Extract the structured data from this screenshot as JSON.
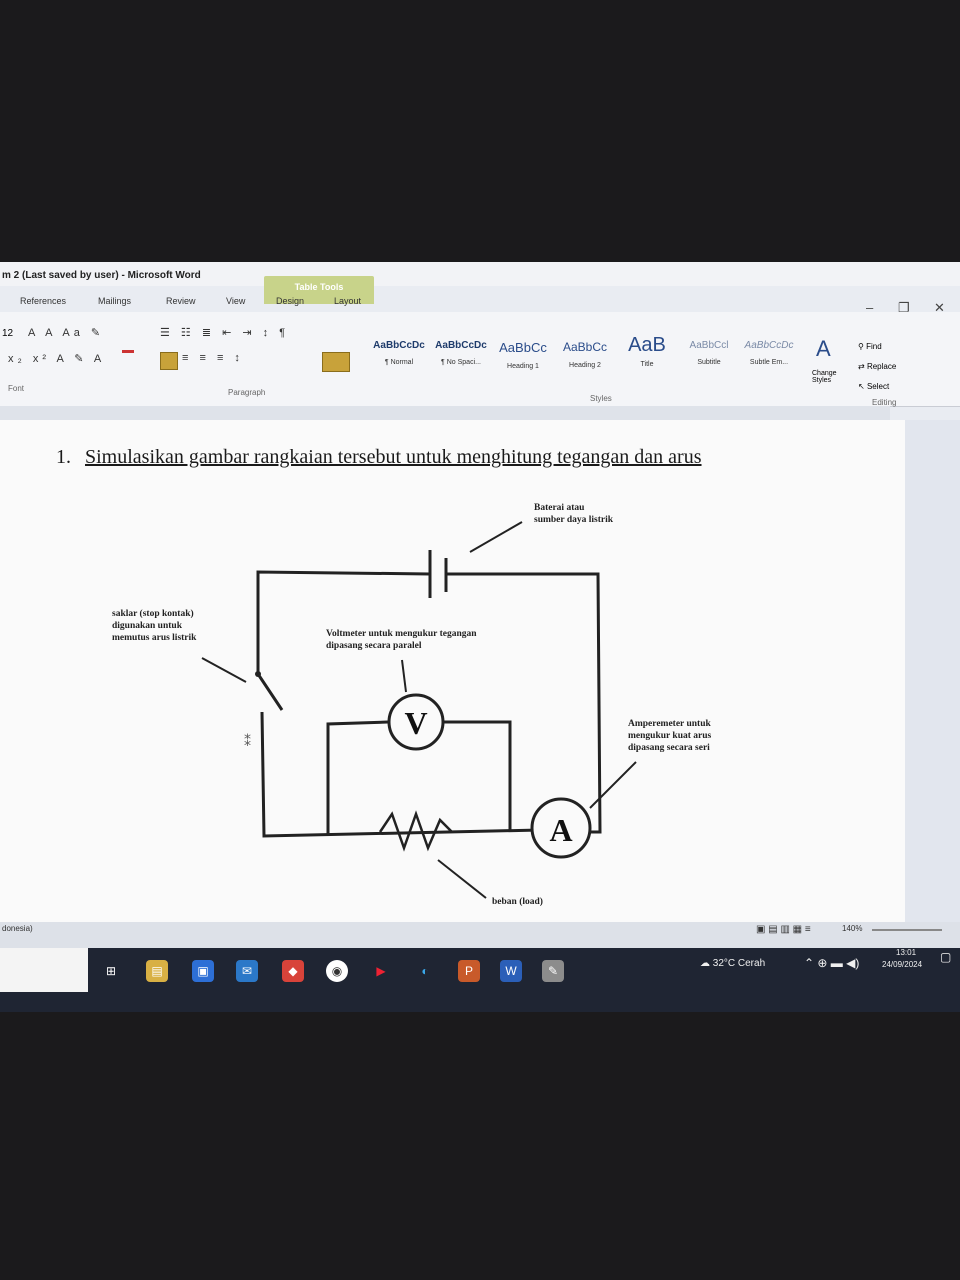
{
  "window": {
    "title": "m 2 (Last saved by user) - Microsoft Word",
    "context_tab": "Table Tools"
  },
  "ribbon_tabs": [
    "References",
    "Mailings",
    "Review",
    "View",
    "Design",
    "Layout"
  ],
  "ribbon": {
    "font_size": "12",
    "groups": {
      "font": "Font",
      "paragraph": "Paragraph",
      "styles": "Styles",
      "editing": "Editing"
    },
    "styles": [
      {
        "preview": "AaBbCcDc",
        "name": "¶ Normal"
      },
      {
        "preview": "AaBbCcDc",
        "name": "¶ No Spaci..."
      },
      {
        "preview": "AaBbCc",
        "name": "Heading 1"
      },
      {
        "preview": "AaBbCc",
        "name": "Heading 2"
      },
      {
        "preview": "AaB",
        "name": "Title"
      },
      {
        "preview": "AaBbCcl",
        "name": "Subtitle"
      },
      {
        "preview": "AaBbCcDc",
        "name": "Subtle Em..."
      }
    ],
    "change_styles": "Change Styles",
    "editing": {
      "find": "Find",
      "replace": "Replace",
      "select": "Select"
    }
  },
  "document": {
    "question_number": "1.",
    "question_text": "Simulasikan gambar rangkaian tersebut untuk menghitung tegangan dan arus",
    "annotations": {
      "battery": [
        "Baterai atau",
        "sumber daya listrik"
      ],
      "switch": [
        "saklar (stop kontak)",
        "digunakan untuk",
        "memutus arus listrik"
      ],
      "voltmeter": [
        "Voltmeter untuk mengukur tegangan",
        "dipasang secara paralel"
      ],
      "ammeter": [
        "Amperemeter untuk",
        "mengukur kuat arus",
        "dipasang secara seri"
      ],
      "load": [
        "beban (load)"
      ]
    },
    "voltmeter_symbol": "V",
    "ammeter_symbol": "A"
  },
  "statusbar": {
    "language": "donesia)",
    "zoom": "140%"
  },
  "taskbar": {
    "weather": "32°C Cerah",
    "time": "13:01",
    "date": "24/09/2024"
  }
}
